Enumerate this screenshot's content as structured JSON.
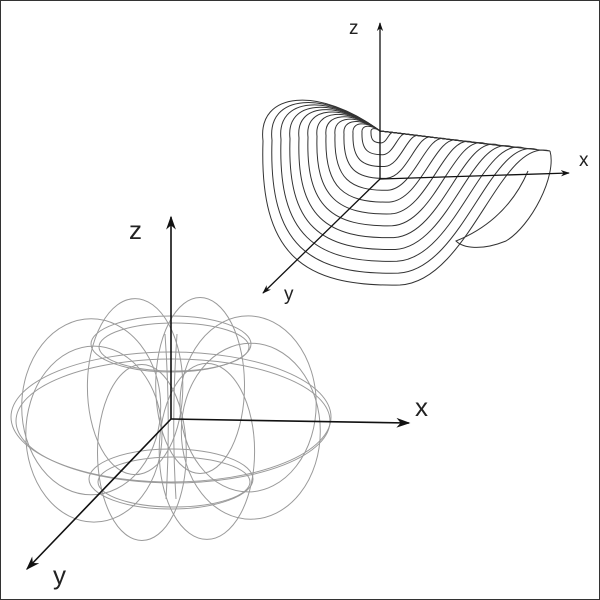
{
  "colors": {
    "frame": "#333333",
    "axis": "#111111",
    "surface": "#333333",
    "torus": "#9a9a9a"
  },
  "upper_plot": {
    "axis_labels": {
      "x": "x",
      "y": "y",
      "z": "z"
    },
    "contour_count": 13
  },
  "lower_plot": {
    "axis_labels": {
      "x": "x",
      "y": "y",
      "z": "z"
    }
  }
}
